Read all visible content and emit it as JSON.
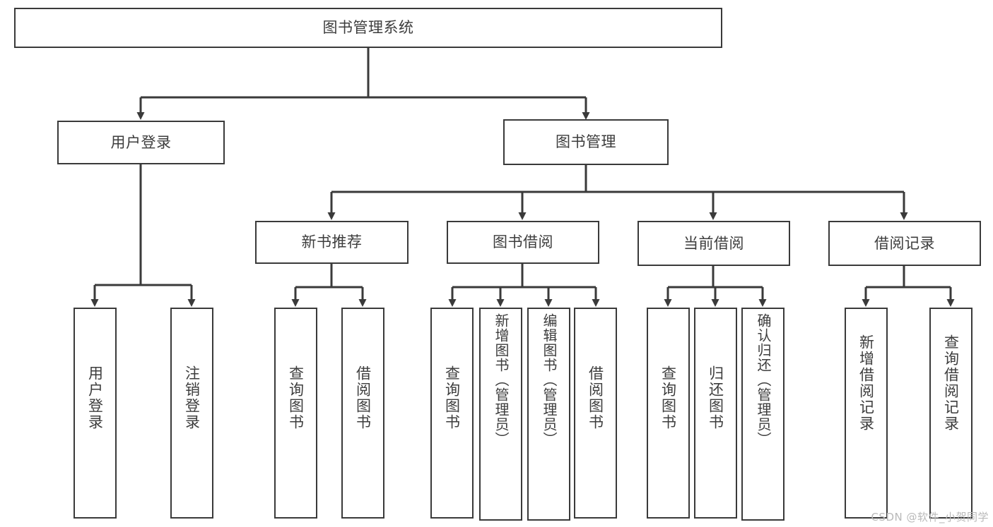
{
  "diagram": {
    "title": "图书管理系统",
    "type": "tree-hierarchy",
    "stroke_color": "#3a3a3a",
    "text_color": "#3d3d3d",
    "background_color": "#ffffff",
    "root": {
      "label": "图书管理系统"
    },
    "level2": [
      {
        "label": "用户登录"
      },
      {
        "label": "图书管理"
      }
    ],
    "level3": [
      {
        "label": "新书推荐"
      },
      {
        "label": "图书借阅"
      },
      {
        "label": "当前借阅"
      },
      {
        "label": "借阅记录"
      }
    ],
    "leaves": {
      "user_login": [
        {
          "label": "用户登录"
        },
        {
          "label": "注销登录"
        }
      ],
      "new_book_recommend": [
        {
          "label": "查询图书"
        },
        {
          "label": "借阅图书"
        }
      ],
      "book_borrow": [
        {
          "label": "查询图书"
        },
        {
          "label": "新增图书（管理员）"
        },
        {
          "label": "编辑图书（管理员）"
        },
        {
          "label": "借阅图书"
        }
      ],
      "current_borrow": [
        {
          "label": "查询图书"
        },
        {
          "label": "归还图书"
        },
        {
          "label": "确认归还（管理员）"
        }
      ],
      "borrow_record": [
        {
          "label": "新增借阅记录"
        },
        {
          "label": "查询借阅记录"
        }
      ]
    }
  },
  "watermark": {
    "text": "CSDN @软件_小贺同学"
  }
}
